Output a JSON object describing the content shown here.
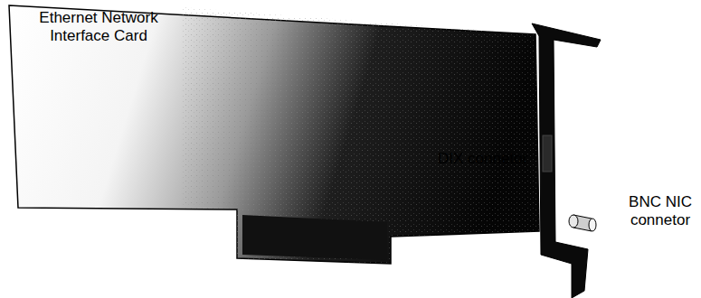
{
  "diagram": {
    "labels": [
      "Ethernet Network Interface Card",
      "DIX connetor",
      "BNC NIC connetor"
    ]
  }
}
